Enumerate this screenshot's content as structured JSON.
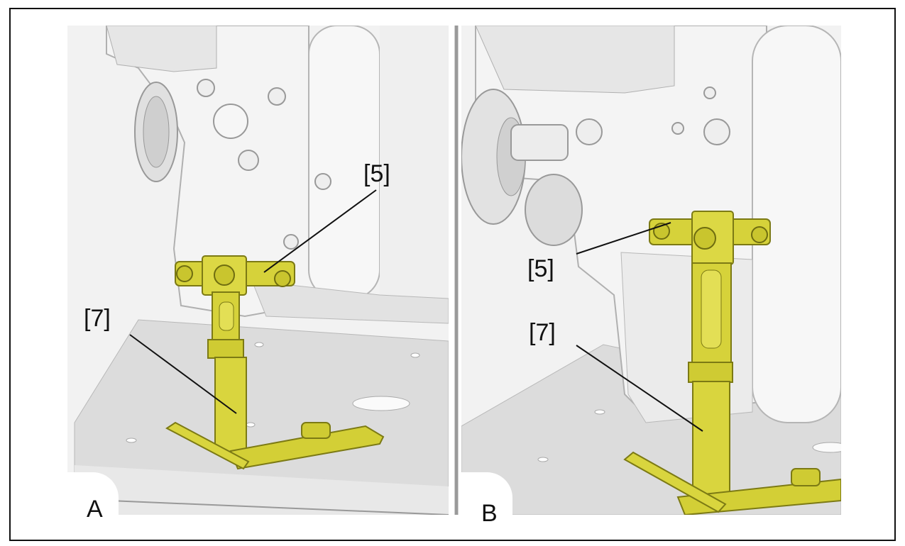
{
  "views": [
    {
      "id": "A",
      "label": "A",
      "callouts": {
        "bracket": "[5]",
        "tool": "[7]"
      }
    },
    {
      "id": "B",
      "label": "B",
      "callouts": {
        "bracket": "[5]",
        "tool": "[7]"
      }
    }
  ],
  "colors": {
    "tool_yellow": "#d6d23a",
    "tool_shadow": "#9c9a1e",
    "engine_light": "#f4f4f4",
    "engine_shade": "#d8d8d8",
    "stand_grey": "#dcdcdc",
    "divider": "#9a9a9a",
    "line": "#111111"
  }
}
